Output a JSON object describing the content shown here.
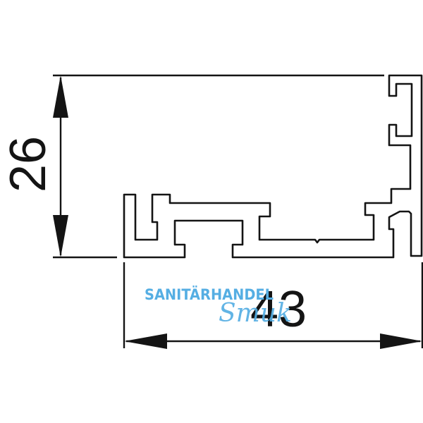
{
  "drawing": {
    "type": "aluminium profile cross-section",
    "dimensions": {
      "height": {
        "label": "26",
        "orientation": "vertical"
      },
      "width": {
        "label": "43",
        "orientation": "horizontal"
      }
    }
  },
  "watermark": {
    "line1": "SANITÄRHANDEL",
    "line2": "Smuk",
    "color": "#55aee3"
  },
  "colors": {
    "line": "#141414",
    "background": "#ffffff"
  }
}
